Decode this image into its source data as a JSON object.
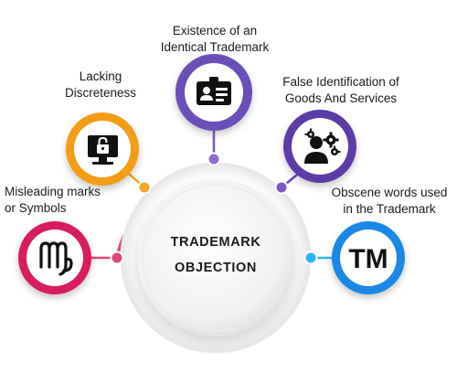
{
  "center": {
    "line1": "TRADEMARK",
    "line2": "OBJECTION"
  },
  "nodes": [
    {
      "id": "misleading",
      "icon": "virgo-symbol-icon",
      "color": "#d81b60",
      "label_lines": [
        "Misleading marks",
        "or Symbols"
      ]
    },
    {
      "id": "lacking",
      "icon": "monitor-lock-icon",
      "color": "#f39c12",
      "label_lines": [
        "Lacking",
        "Discreteness"
      ]
    },
    {
      "id": "existence",
      "icon": "id-card-icon",
      "color": "#6b4fb8",
      "label_lines": [
        "Existence of an",
        "Identical Trademark"
      ]
    },
    {
      "id": "false-id",
      "icon": "user-gears-icon",
      "color": "#5b3ea8",
      "label_lines": [
        "False Identification of",
        "Goods And Services"
      ]
    },
    {
      "id": "obscene",
      "icon": "trademark-tm-icon",
      "color": "#1e88e5",
      "tm_text": "TM",
      "label_lines": [
        "Obscene words used",
        "in the Trademark"
      ]
    }
  ],
  "colors": {
    "arc_pink": "#e0457b",
    "arc_orange": "#f5a623",
    "arc_purple": "#7e57c2",
    "arc_blue": "#29b6f6"
  }
}
